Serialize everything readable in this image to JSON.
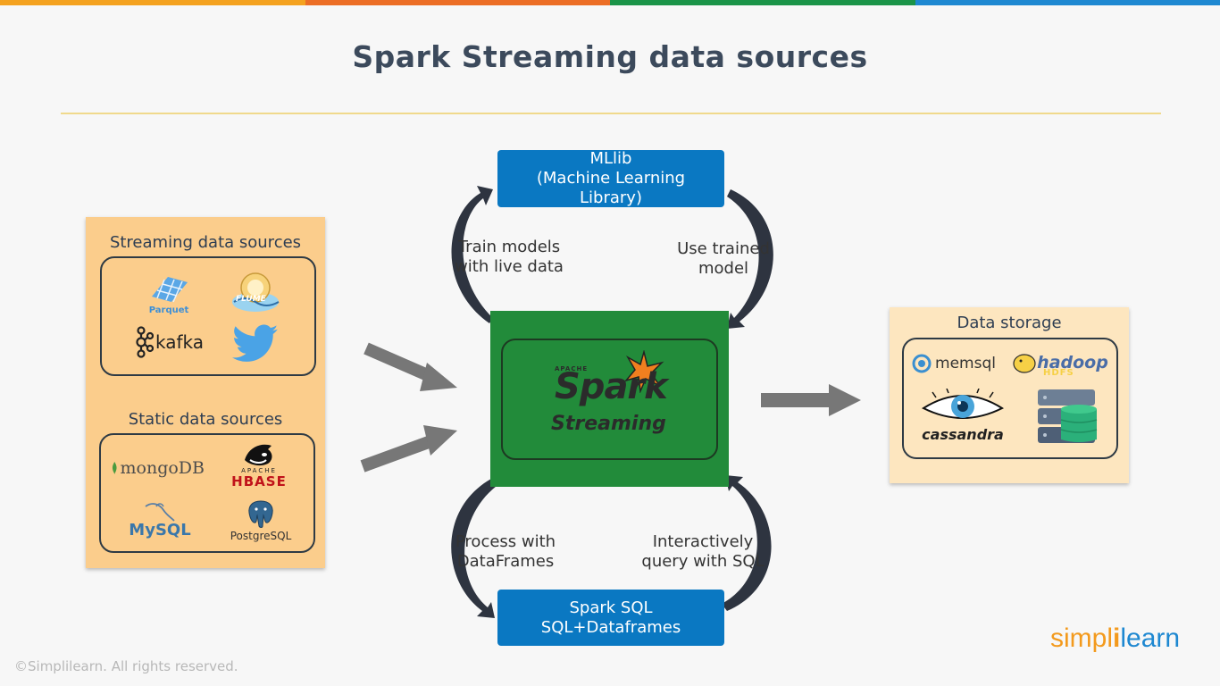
{
  "title": "Spark Streaming data sources",
  "colors": {
    "topbar": [
      "#f4a21f",
      "#ec6e25",
      "#1b9448",
      "#1e88d1"
    ],
    "panel": "#fbcd8c",
    "panel_light": "#fde6bf",
    "blue_box": "#0a78c2",
    "green_box": "#228b3a",
    "arrow": "#777777",
    "curve": "#2e3440"
  },
  "left_panel": {
    "streaming_heading": "Streaming data sources",
    "streaming_logos": [
      {
        "icon": "parquet-icon",
        "text": "Parquet"
      },
      {
        "icon": "flume-icon",
        "text": "FLUME"
      },
      {
        "icon": "kafka-icon",
        "text": "kafka"
      },
      {
        "icon": "twitter-icon",
        "text": ""
      }
    ],
    "static_heading": "Static data sources",
    "static_logos": [
      {
        "icon": "mongodb-icon",
        "text": "mongoDB"
      },
      {
        "icon": "hbase-icon",
        "text": "HBASE",
        "subtext": "APACHE"
      },
      {
        "icon": "mysql-icon",
        "text": "MySQL"
      },
      {
        "icon": "postgresql-icon",
        "text": "PostgreSQL"
      }
    ]
  },
  "center": {
    "mllib_lines": [
      "MLlib",
      "(Machine Learning",
      "Library)"
    ],
    "train_label": "Train models\nwith live data",
    "use_label": "Use trained\nmodel",
    "spark_apache": "APACHE",
    "spark_word": "Spark",
    "streaming_word": "Streaming",
    "process_label": "Process with\nDataFrames",
    "query_label": "Interactively\nquery with SQL",
    "sql_lines": [
      "Spark SQL",
      "SQL+Dataframes"
    ]
  },
  "right_panel": {
    "heading": "Data storage",
    "logos": [
      {
        "icon": "memsql-icon",
        "text": "memsql"
      },
      {
        "icon": "hadoop-icon",
        "text": "hadoop",
        "subtext": "HDFS"
      },
      {
        "icon": "cassandra-icon",
        "text": "cassandra"
      },
      {
        "icon": "database-icon",
        "text": ""
      }
    ]
  },
  "footer": {
    "copyright": "©Simplilearn. All rights reserved.",
    "brand_part1": "simpl",
    "brand_sep": "i",
    "brand_part2": "learn"
  }
}
